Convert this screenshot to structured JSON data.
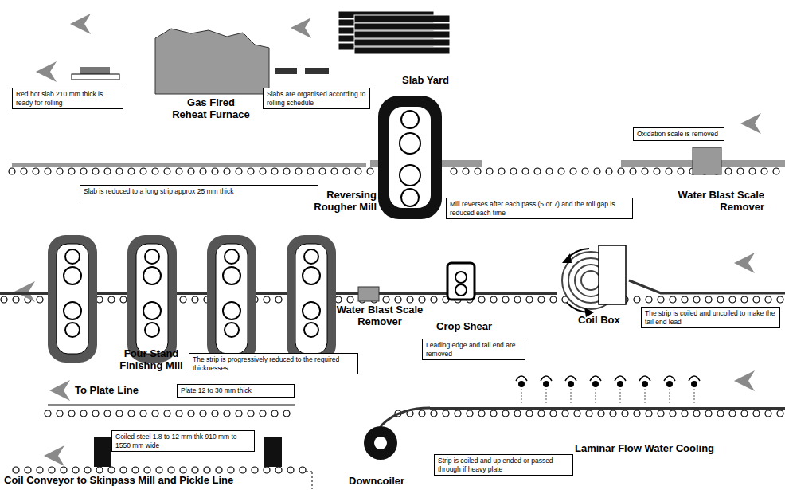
{
  "diagram": {
    "nodes": [
      {
        "text": [
          "Red hot slab 210 mm thick is ready for rolling"
        ]
      },
      {
        "text": [
          "Slabs are organised according to rolling schedule"
        ]
      },
      {
        "text": [
          "Oxidation scale is removed"
        ]
      },
      {
        "text": [
          "Slab is reduced to a long strip approx 25 mm thick"
        ]
      },
      {
        "text": [
          "Mill reverses after each pass (5 or 7) and the roll gap is reduced each time"
        ]
      },
      {
        "text": [
          "The strip is coiled and uncoiled to make the tail end lead"
        ]
      },
      {
        "text": [
          "The strip is progressively reduced to the required thicknesses"
        ]
      },
      {
        "text": [
          "Leading edge and tail end are removed"
        ]
      },
      {
        "text": [
          "Plate 12 to 30 mm thick"
        ]
      },
      {
        "text": [
          "Coiled steel 1.8 to 12 mm thk 910 mm to 1550 mm wide"
        ]
      },
      {
        "text": [
          "Strip is coiled and up ended or passed through if heavy plate"
        ]
      }
    ],
    "labels": [
      "Gas Fired Reheat Furnace",
      "Slab Yard",
      "Reversing Rougher Mill",
      "Water Blast Scale Remover",
      "Coil Box",
      "Four Stand Finishng Mill",
      "Water Blast Scale Remover",
      "Crop Shear",
      "To Plate Line",
      "Laminar Flow Water Cooling",
      "Downcoiler",
      "Coil Conveyor to Skinpass Mill and Pickle Line"
    ]
  }
}
